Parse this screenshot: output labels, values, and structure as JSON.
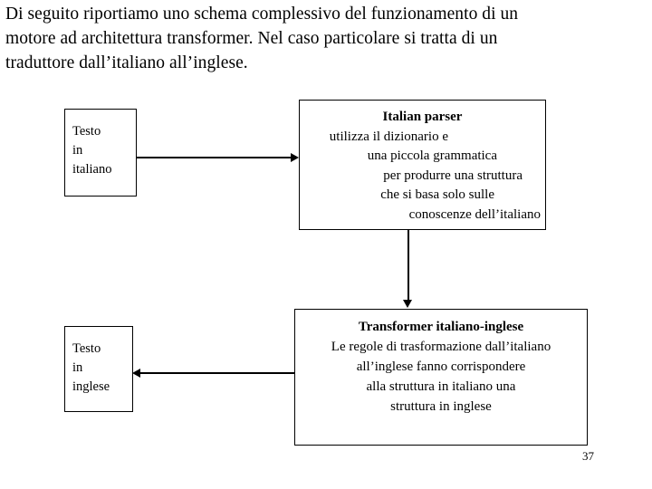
{
  "slide": {
    "page_number": "37",
    "intro_lines": [
      "Di seguito riportiamo uno schema complessivo del funzionamento di un",
      "motore ad architettura transformer. Nel caso particolare si tratta di un",
      "traduttore dall’italiano all’inglese."
    ]
  },
  "diagram": {
    "box_testo_italiano": {
      "lines": [
        "Testo",
        "in",
        "italiano"
      ]
    },
    "box_testo_inglese": {
      "lines": [
        "Testo",
        "in",
        "inglese"
      ]
    },
    "box_parser": {
      "header": "Italian parser",
      "lines": [
        "utilizza il dizionario e",
        "una piccola grammatica",
        "per produrre una struttura",
        "che si basa solo sulle",
        "conoscenze dell’italiano"
      ]
    },
    "box_transformer": {
      "header": "Transformer italiano-inglese",
      "lines": [
        "Le regole di trasformazione dall’italiano",
        "all’inglese fanno corrispondere",
        "alla struttura in italiano una",
        "struttura in inglese"
      ]
    },
    "connectors": {
      "italiano_to_parser": "arrow-right",
      "parser_to_transformer": "arrow-down",
      "transformer_to_inglese": "arrow-left"
    },
    "colors": {
      "stroke": "#000000",
      "background": "#ffffff",
      "text": "#000000"
    }
  }
}
